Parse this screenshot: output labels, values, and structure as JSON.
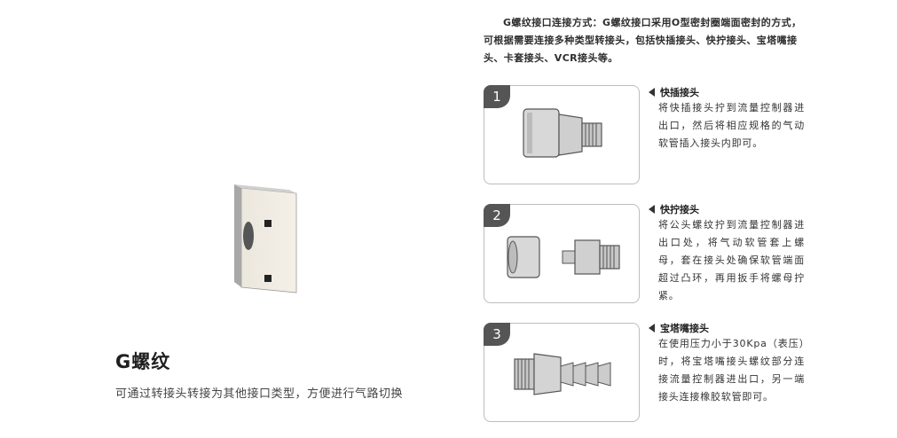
{
  "product": {
    "title": "G螺纹",
    "description": "可通过转接头转接为其他接口类型，方便进行气路切换"
  },
  "intro": "G螺纹接口连接方式：G螺纹接口采用O型密封圈端面密封的方式，可根据需要连接多种类型转接头，包括快插接头、快拧接头、宝塔嘴接头、卡套接头、VCR接头等。",
  "fittings": [
    {
      "number": "1",
      "title": "快插接头",
      "description": "将快插接头拧到流量控制器进出口，然后将相应规格的气动软管插入接头内即可。"
    },
    {
      "number": "2",
      "title": "快拧接头",
      "description": "将公头螺纹拧到流量控制器进出口处，将气动软管套上螺母，套在接头处确保软管端面超过凸环，再用扳手将螺母拧紧。"
    },
    {
      "number": "3",
      "title": "宝塔嘴接头",
      "description": "在使用压力小于30Kpa（表压）时，将宝塔嘴接头螺纹部分连接流量控制器进出口，另一端接头连接橡胶软管即可。"
    }
  ],
  "colors": {
    "panel_border": "#bdbdbd",
    "tab_bg": "#555555",
    "metal": "#c9c9c9"
  }
}
